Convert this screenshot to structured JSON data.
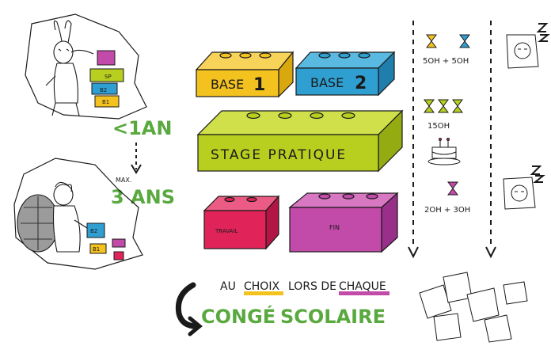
{
  "timeline": {
    "first_period": "<1AN",
    "max_prefix": "MAX.",
    "max_period": "3 ANS"
  },
  "bricks": {
    "base1": {
      "label": "BASE",
      "number": "1",
      "color": "#f3c21f"
    },
    "base2": {
      "label": "BASE",
      "number": "2",
      "color": "#2f9fd1"
    },
    "stage": {
      "label": "STAGE PRATIQUE",
      "color": "#b8cf1f"
    },
    "red": {
      "label": "TRAVAIL",
      "color": "#e0245a"
    },
    "pink": {
      "label": "FIN",
      "color": "#c24aa8"
    }
  },
  "mini_blocks": {
    "teacher": [
      "SP",
      "B2",
      "B1"
    ],
    "turtle": [
      "B2",
      "B1"
    ]
  },
  "hours": {
    "top": "5OH + 5OH",
    "middle": "15OH",
    "bottom": "2OH + 3OH"
  },
  "footer": {
    "line1_prefix": "AU",
    "line1_choice": "CHOIX",
    "line1_middle": "LORS DE",
    "line1_each": "CHAQUE",
    "line2_a": "CONGÉ",
    "line2_b": "SCOLAIRE"
  },
  "colors": {
    "ink": "#1a1a1a",
    "accent_green": "#5aa93f",
    "underline_yellow": "#f3c21f",
    "underline_purple": "#c24aa8"
  }
}
